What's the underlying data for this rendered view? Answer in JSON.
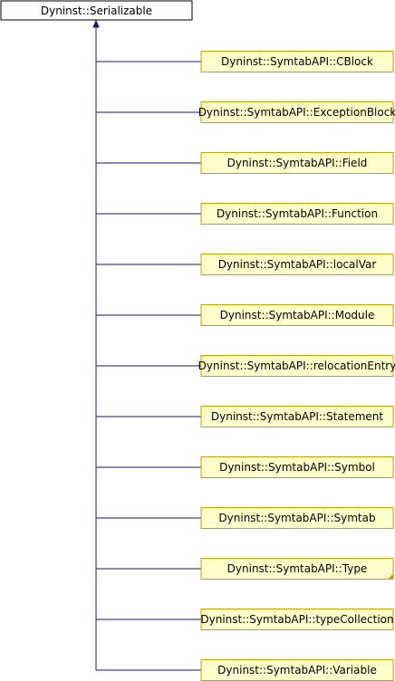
{
  "base_class": {
    "label": "Dyninst::Serializable"
  },
  "derived_classes": [
    {
      "label": "Dyninst::SymtabAPI::CBlock",
      "truncated": false
    },
    {
      "label": "Dyninst::SymtabAPI::ExceptionBlock",
      "truncated": false
    },
    {
      "label": "Dyninst::SymtabAPI::Field",
      "truncated": false
    },
    {
      "label": "Dyninst::SymtabAPI::Function",
      "truncated": false
    },
    {
      "label": "Dyninst::SymtabAPI::localVar",
      "truncated": false
    },
    {
      "label": "Dyninst::SymtabAPI::Module",
      "truncated": false
    },
    {
      "label": "Dyninst::SymtabAPI::relocationEntry",
      "truncated": false
    },
    {
      "label": "Dyninst::SymtabAPI::Statement",
      "truncated": false
    },
    {
      "label": "Dyninst::SymtabAPI::Symbol",
      "truncated": false
    },
    {
      "label": "Dyninst::SymtabAPI::Symtab",
      "truncated": false
    },
    {
      "label": "Dyninst::SymtabAPI::Type",
      "truncated": true
    },
    {
      "label": "Dyninst::SymtabAPI::typeCollection",
      "truncated": false
    },
    {
      "label": "Dyninst::SymtabAPI::Variable",
      "truncated": false
    }
  ],
  "colors": {
    "base_fill": "#ffffff",
    "base_stroke": "#000000",
    "derived_fill": "#ffffcc",
    "derived_stroke": "#c4a000",
    "edge": "#191970"
  }
}
